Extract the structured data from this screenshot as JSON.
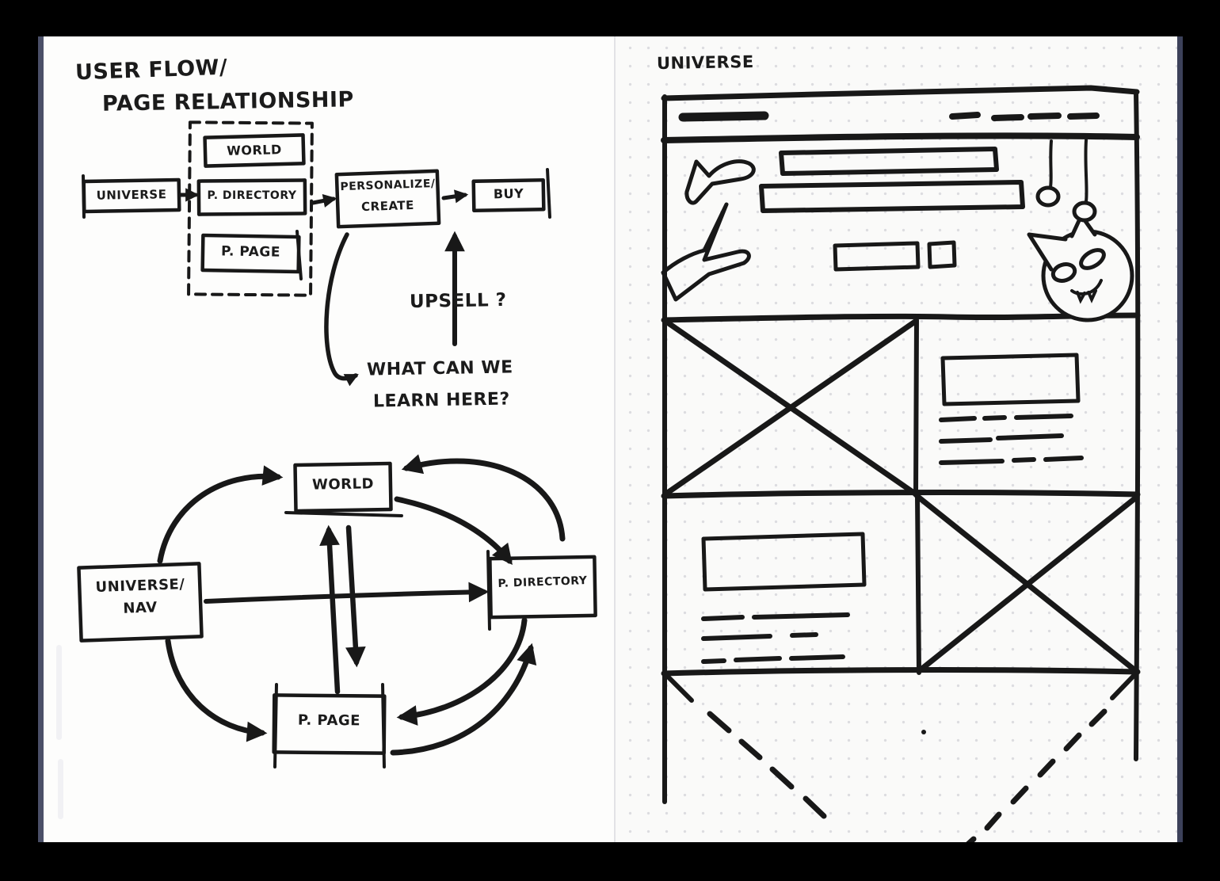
{
  "left_page": {
    "title_line1": "USER FLOW/",
    "title_line2": "PAGE RELATIONSHIP",
    "flow": {
      "universe": "UNIVERSE",
      "world": "WORLD",
      "p_directory": "P. DIRECTORY",
      "p_page": "P. PAGE",
      "personalize_line1": "PERSONALIZE/",
      "personalize_line2": "CREATE",
      "buy": "BUY",
      "upsell_label": "UPSELL ?",
      "learn_line1": "WHAT CAN WE",
      "learn_line2": "LEARN HERE?"
    },
    "cycle": {
      "world": "WORLD",
      "universe_nav_line1": "UNIVERSE/",
      "universe_nav_line2": "NAV",
      "p_directory": "P. DIRECTORY",
      "p_page": "P. PAGE"
    }
  },
  "right_page": {
    "title": "UNIVERSE",
    "doodles": {
      "plane_top": "paper-airplane-doodle",
      "plane_bottom": "paper-airplane-doodle",
      "cat": "cat-face-doodle",
      "ornaments": "hanging-bauble-doodles",
      "image_placeholders": "x-box-placeholder",
      "text_placeholders": "dashed-line-text"
    }
  },
  "colors": {
    "ink": "#181818",
    "paper_left": "#fdfdfc",
    "paper_right": "#fafaf9",
    "dot_grid": "#dcdce0",
    "background": "#000000",
    "edge_left": "#4b5068",
    "edge_right": "#3c415a"
  }
}
